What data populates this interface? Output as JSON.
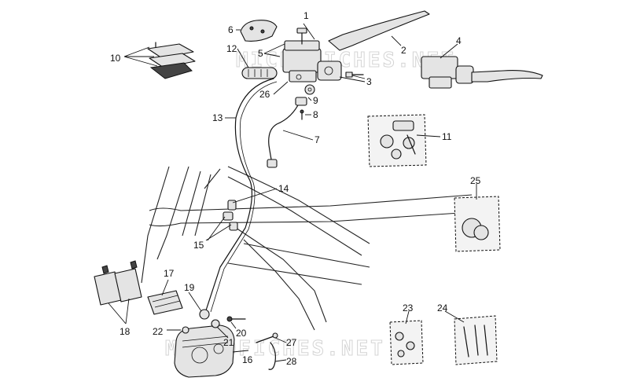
{
  "watermarks": [
    "MICROFICHES.NET",
    "MICROFICHES.NET"
  ],
  "callouts": [
    {
      "id": "1",
      "label": "1"
    },
    {
      "id": "2",
      "label": "2"
    },
    {
      "id": "3",
      "label": "3"
    },
    {
      "id": "4",
      "label": "4"
    },
    {
      "id": "5",
      "label": "5"
    },
    {
      "id": "6",
      "label": "6"
    },
    {
      "id": "7",
      "label": "7"
    },
    {
      "id": "8",
      "label": "8"
    },
    {
      "id": "9",
      "label": "9"
    },
    {
      "id": "10",
      "label": "10"
    },
    {
      "id": "11",
      "label": "11"
    },
    {
      "id": "12",
      "label": "12"
    },
    {
      "id": "13",
      "label": "13"
    },
    {
      "id": "14",
      "label": "14"
    },
    {
      "id": "15",
      "label": "15"
    },
    {
      "id": "16",
      "label": "16"
    },
    {
      "id": "17",
      "label": "17"
    },
    {
      "id": "18",
      "label": "18"
    },
    {
      "id": "19",
      "label": "19"
    },
    {
      "id": "20",
      "label": "20"
    },
    {
      "id": "21",
      "label": "21"
    },
    {
      "id": "22",
      "label": "22"
    },
    {
      "id": "23",
      "label": "23"
    },
    {
      "id": "24",
      "label": "24"
    },
    {
      "id": "25",
      "label": "25"
    },
    {
      "id": "26",
      "label": "26"
    },
    {
      "id": "27",
      "label": "27"
    },
    {
      "id": "28",
      "label": "28"
    }
  ]
}
